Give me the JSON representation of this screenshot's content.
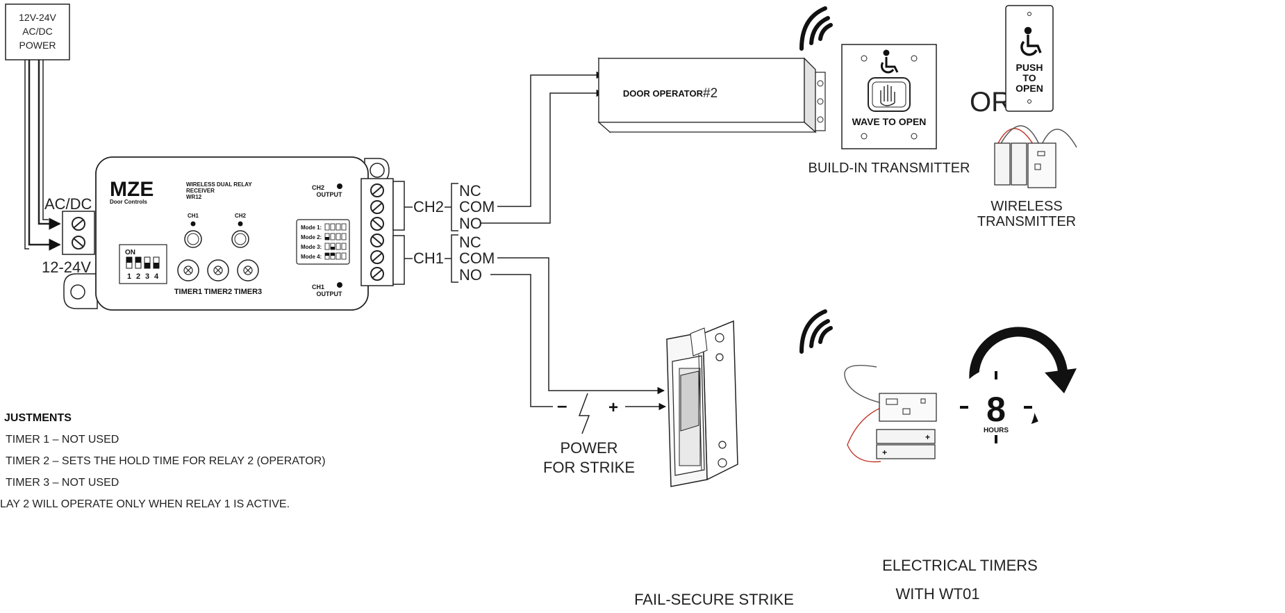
{
  "power_supply": {
    "line1": "12V-24V",
    "line2": "AC/DC",
    "line3": "POWER"
  },
  "input": {
    "top_label": "AC/DC",
    "bottom_label": "12-24V"
  },
  "receiver": {
    "brand": "MZE",
    "brand_sub": "Door Controls",
    "title_line1": "WIRELESS DUAL RELAY",
    "title_line2": "RECEIVER",
    "model": "WR12",
    "ch1_led": "CH1",
    "ch2_led": "CH2",
    "dip_on": "ON",
    "dip_numbers": [
      "1",
      "2",
      "3",
      "4"
    ],
    "timers": [
      "TIMER1",
      "TIMER2",
      "TIMER3"
    ],
    "modes": [
      "Mode 1:",
      "Mode 2:",
      "Mode 3:",
      "Mode 4:"
    ],
    "ch2_output_line1": "CH2",
    "ch2_output_line2": "OUTPUT",
    "ch1_output_line1": "CH1",
    "ch1_output_line2": "OUTPUT"
  },
  "channels": {
    "ch2": {
      "name": "CH2",
      "nc": "NC",
      "com": "COM",
      "no": "NO"
    },
    "ch1": {
      "name": "CH1",
      "nc": "NC",
      "com": "COM",
      "no": "NO"
    }
  },
  "door_operator": {
    "label": "DOOR OPERATOR",
    "suffix": "#2"
  },
  "wave_plate": {
    "label": "WAVE TO OPEN"
  },
  "or_label": "OR",
  "push_plate": {
    "line1": "PUSH",
    "line2": "TO",
    "line3": "OPEN"
  },
  "build_in_label": "BUILD-IN TRANSMITTER",
  "wireless_label": {
    "line1": "WIRELESS",
    "line2": "TRANSMITTER"
  },
  "strike_power": {
    "minus": "–",
    "plus": "+",
    "line1": "POWER",
    "line2": "FOR STRIKE"
  },
  "strike_label": "FAIL-SECURE STRIKE",
  "timer_badge": {
    "number": "8",
    "unit": "HOURS"
  },
  "timers_label": {
    "line1": "ELECTRICAL TIMERS",
    "line2": "WITH WT01"
  },
  "adjustments": {
    "title": "JUSTMENTS",
    "items": [
      "TIMER 1 – NOT USED",
      "TIMER 2 – SETS THE HOLD TIME FOR RELAY 2 (OPERATOR)",
      "TIMER 3 – NOT USED"
    ],
    "note": "LAY 2 WILL OPERATE ONLY WHEN RELAY 1 IS ACTIVE."
  }
}
